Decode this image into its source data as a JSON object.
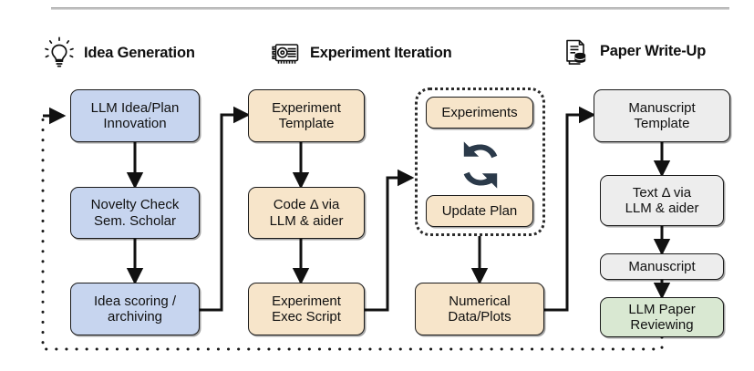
{
  "figure": {
    "title": "AI Scientist pipeline overview",
    "type": "flow-diagram"
  },
  "rule": {
    "name": "top-divider"
  },
  "sections": [
    {
      "key": "idea",
      "label": "Idea Generation",
      "icon": "lightbulb-icon"
    },
    {
      "key": "experiment",
      "label": "Experiment Iteration",
      "icon": "gpu-card-icon"
    },
    {
      "key": "paper",
      "label": "Paper Write-Up",
      "icon": "document-database-icon"
    }
  ],
  "nodes": {
    "llm_idea_plan": {
      "line1": "LLM Idea/Plan",
      "line2": "Innovation",
      "color": "#c7d5ef"
    },
    "novelty_check": {
      "line1": "Novelty Check",
      "line2": "Sem. Scholar",
      "color": "#c7d5ef"
    },
    "idea_scoring": {
      "line1": "Idea scoring /",
      "line2": "archiving",
      "color": "#c7d5ef"
    },
    "experiment_tmpl": {
      "line1": "Experiment",
      "line2": "Template",
      "color": "#f7e5ca"
    },
    "code_delta": {
      "line1": "Code Δ via",
      "line2": "LLM & aider",
      "color": "#f7e5ca"
    },
    "experiment_exec": {
      "line1": "Experiment",
      "line2": "Exec Script",
      "color": "#f7e5ca"
    },
    "experiments": {
      "line1": "Experiments",
      "line2": "",
      "color": "#f7e5ca"
    },
    "update_plan": {
      "line1": "Update Plan",
      "line2": "",
      "color": "#f7e5ca"
    },
    "numerical_data": {
      "line1": "Numerical",
      "line2": "Data/Plots",
      "color": "#f7e5ca"
    },
    "manuscript_tmpl": {
      "line1": "Manuscript",
      "line2": "Template",
      "color": "#ededed"
    },
    "text_delta": {
      "line1": "Text Δ via",
      "line2": "LLM & aider",
      "color": "#ededed"
    },
    "manuscript": {
      "line1": "Manuscript",
      "line2": "",
      "color": "#ededed"
    },
    "llm_paper_review": {
      "line1": "LLM Paper",
      "line2": "Reviewing",
      "color": "#d9e8d2"
    }
  },
  "loop_box": {
    "name": "experiment-iteration-loop",
    "icon": "cycle-refresh-icon"
  },
  "edges": [
    {
      "from": "llm_idea_plan",
      "to": "novelty_check",
      "style": "solid"
    },
    {
      "from": "novelty_check",
      "to": "idea_scoring",
      "style": "solid"
    },
    {
      "from": "idea_scoring",
      "to": "experiment_tmpl",
      "style": "solid"
    },
    {
      "from": "experiment_tmpl",
      "to": "code_delta",
      "style": "solid"
    },
    {
      "from": "code_delta",
      "to": "experiment_exec",
      "style": "solid"
    },
    {
      "from": "experiment_exec",
      "to": "experiments_loop",
      "style": "solid"
    },
    {
      "from": "experiments_loop",
      "to": "numerical_data",
      "style": "solid"
    },
    {
      "from": "numerical_data",
      "to": "manuscript_tmpl",
      "style": "solid"
    },
    {
      "from": "manuscript_tmpl",
      "to": "text_delta",
      "style": "solid"
    },
    {
      "from": "text_delta",
      "to": "manuscript",
      "style": "solid"
    },
    {
      "from": "manuscript",
      "to": "llm_paper_review",
      "style": "solid"
    },
    {
      "from": "llm_paper_review",
      "to": "llm_idea_plan",
      "style": "dotted"
    }
  ],
  "palette": {
    "blue": "#c7d5ef",
    "tan": "#f7e5ca",
    "gray": "#ededed",
    "green": "#d9e8d2",
    "stroke": "#1a1a1a",
    "cycle_icon": "#2b3a4a"
  }
}
